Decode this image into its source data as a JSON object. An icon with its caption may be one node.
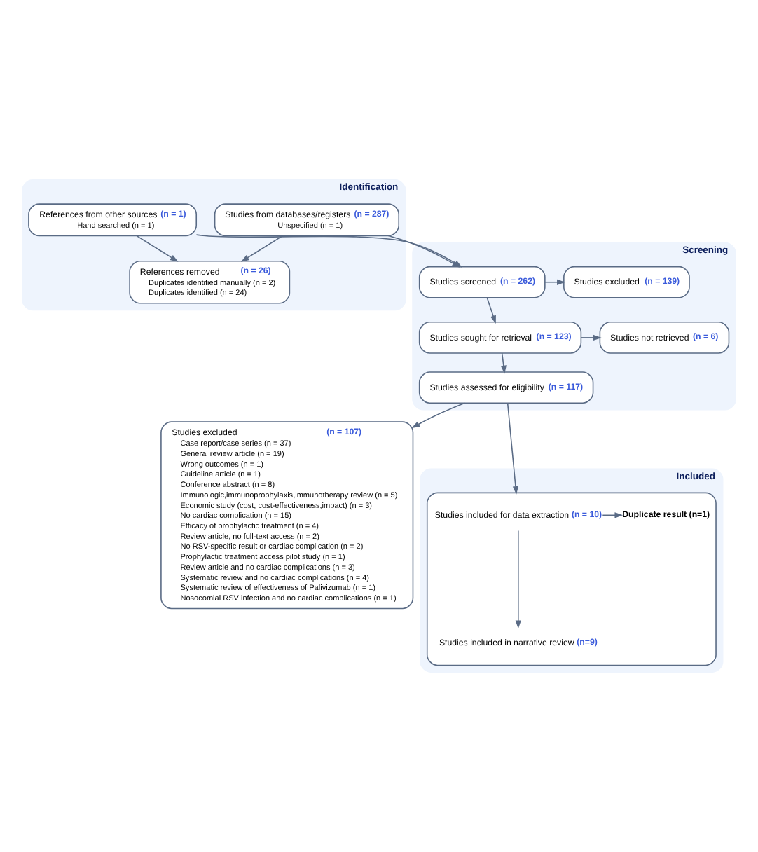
{
  "diagram": {
    "nodes": [
      {
        "text": [
          "Identification"
        ]
      },
      {
        "text": [
          "Studies from databases/registers **(n = 287)**",
          "Unspecified (n = 1)"
        ],
        "in": 0
      },
      {
        "text": [
          "References from other sources **(n = 1)**",
          "Hand searched (n = 1)"
        ],
        "in": 0
      },
      {
        "text": [
          "References removed **(n = 26)**",
          "Duplicates identified manually (n = 2)",
          "Duplicates identified (n = 24)"
        ],
        "in": 0
      },
      {
        "text": [
          "Screening"
        ]
      },
      {
        "text": [
          "Studies screened **(n = 262)**"
        ],
        "in": 4
      },
      {
        "text": [
          "Studies excluded **(n = 139)**"
        ],
        "in": 4
      },
      {
        "text": [
          "Studies sought for retrieval **(n = 123)**"
        ],
        "in": 4
      },
      {
        "text": [
          "Studies not retrieved **(n = 6)**"
        ],
        "in": 4
      },
      {
        "text": [
          "Studies assessed for eligibility **(n = 117)**"
        ],
        "in": 4
      },
      {
        "text": [
          "Studies excluded **(n = 107)**",
          "Case report/case series (n = 37)",
          "General review article (n = 19)",
          "Wrong outcomes (n = 1)",
          "Guideline article (n = 1)",
          "Conference abstract (n = 8)",
          "Immunologic,immunoprophylaxis,immunotherapy review (n = 5)",
          "Economic study (cost, cost-effectiveness,impact) (n = 3)",
          "No cardiac complication (n = 15)",
          "Efficacy of prophylactic treatment (n = 4)",
          "Review article, no full-text access (n = 2)",
          "No RSV-specific result or cardiac complication (n = 2)",
          "Prophylactic treatment access pilot study (n = 1)",
          "Review article and no cardiac complications (n = 3)",
          "Systematic review and no cardiac complications (n = 4)",
          "Systematic review of effectiveness of Palivizumab (n = 1)",
          "Nosocomial RSV infection and no cardiac complications (n = 1)"
        ]
      },
      {
        "text": [
          "Included"
        ]
      },
      {
        "text": [],
        "shape": "box",
        "in": 11
      },
      {
        "text": [
          "Studies included for data extraction **(n = 10)**"
        ],
        "in": 12
      },
      {
        "text": [
          "Duplicate result (n=1)"
        ],
        "in": 12
      },
      {
        "text": [
          "Studies included in narrative review **(n=9)**"
        ],
        "in": 12
      }
    ],
    "edges": [
      {
        "from": 1,
        "to": 3,
        "arrow": "to"
      },
      {
        "from": 2,
        "to": 3,
        "arrow": "to"
      },
      {
        "from": 1,
        "to": 5,
        "arrow": "to"
      },
      {
        "from": 2,
        "to": 5,
        "arrow": "to"
      },
      {
        "from": 5,
        "to": 6,
        "arrow": "to"
      },
      {
        "from": 5,
        "to": 7,
        "arrow": "to"
      },
      {
        "from": 7,
        "to": 8,
        "arrow": "to"
      },
      {
        "from": 7,
        "to": 9,
        "arrow": "to"
      },
      {
        "from": 9,
        "to": 10,
        "arrow": "to"
      },
      {
        "from": 9,
        "to": 12,
        "arrow": "to"
      },
      {
        "from": 13,
        "to": 15,
        "arrow": "to"
      },
      {
        "from": 13,
        "to": 14,
        "arrow": "to"
      }
    ]
  }
}
